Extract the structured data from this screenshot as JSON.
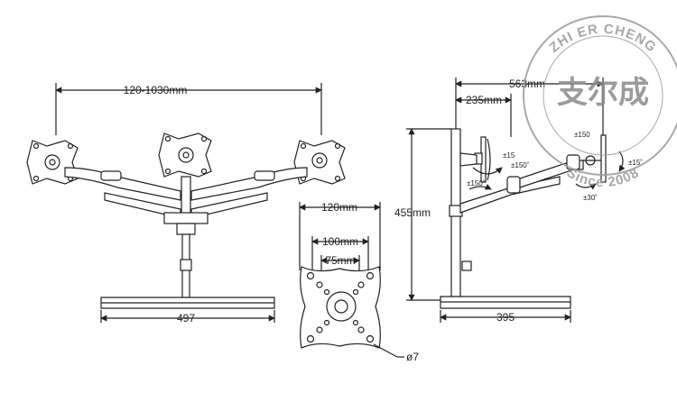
{
  "dimensions": {
    "total_width": "120-1030mm",
    "base_width": "497",
    "height": "455mm",
    "arm_reach": "563mm",
    "pole_to_joint": "235mm",
    "base_depth": "395",
    "vesa_outer": "120mm",
    "vesa_100": "100mm",
    "vesa_75": "75mm",
    "hole_diameter": "ø7"
  },
  "angles": {
    "tilt_plus_minus_15_a": "±15",
    "swivel_150_a": "±150˚",
    "swivel_150_b": "±150˚",
    "swivel_150_c": "±150",
    "tilt_plus_minus_15_b": "±15˚",
    "rotate_30": "±30˚"
  },
  "watermark": {
    "brand": "ZHI ER CHENG",
    "chinese": "支尔成",
    "since": "Since 2008"
  },
  "colors": {
    "line": "#222222",
    "stamp": "#8a8a8a"
  }
}
